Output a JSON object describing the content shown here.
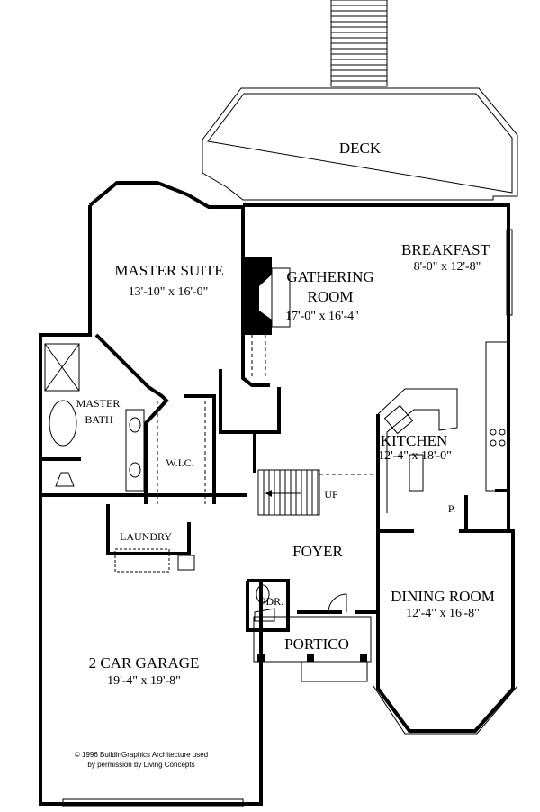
{
  "rooms": {
    "deck": {
      "name": "DECK"
    },
    "breakfast": {
      "name": "BREAKFAST",
      "size": "8'-0\" x 12'-8\""
    },
    "master_suite": {
      "name": "MASTER SUITE",
      "size": "13'-10\" x 16'-0\""
    },
    "gathering_room": {
      "name_line1": "GATHERING",
      "name_line2": "ROOM",
      "size": "17'-0\" x 16'-4\""
    },
    "master_bath": {
      "name_line1": "MASTER",
      "name_line2": "BATH"
    },
    "wic": {
      "name": "W.I.C."
    },
    "kitchen": {
      "name": "KITCHEN",
      "size": "12'-4\" x 18'-0\""
    },
    "pantry": {
      "name": "P."
    },
    "laundry": {
      "name": "LAUNDRY"
    },
    "foyer": {
      "name": "FOYER"
    },
    "stairs": {
      "name": "UP"
    },
    "powder": {
      "name": "PDR."
    },
    "dining_room": {
      "name": "DINING ROOM",
      "size": "12'-4\" x 16'-8\""
    },
    "portico": {
      "name": "PORTICO"
    },
    "garage": {
      "name": "2 CAR GARAGE",
      "size": "19'-4\" x 19'-8\""
    }
  },
  "copyright": {
    "line1": "© 1996 BuildinGraphics Architecture used",
    "line2": "by permission by Living Concepts"
  }
}
